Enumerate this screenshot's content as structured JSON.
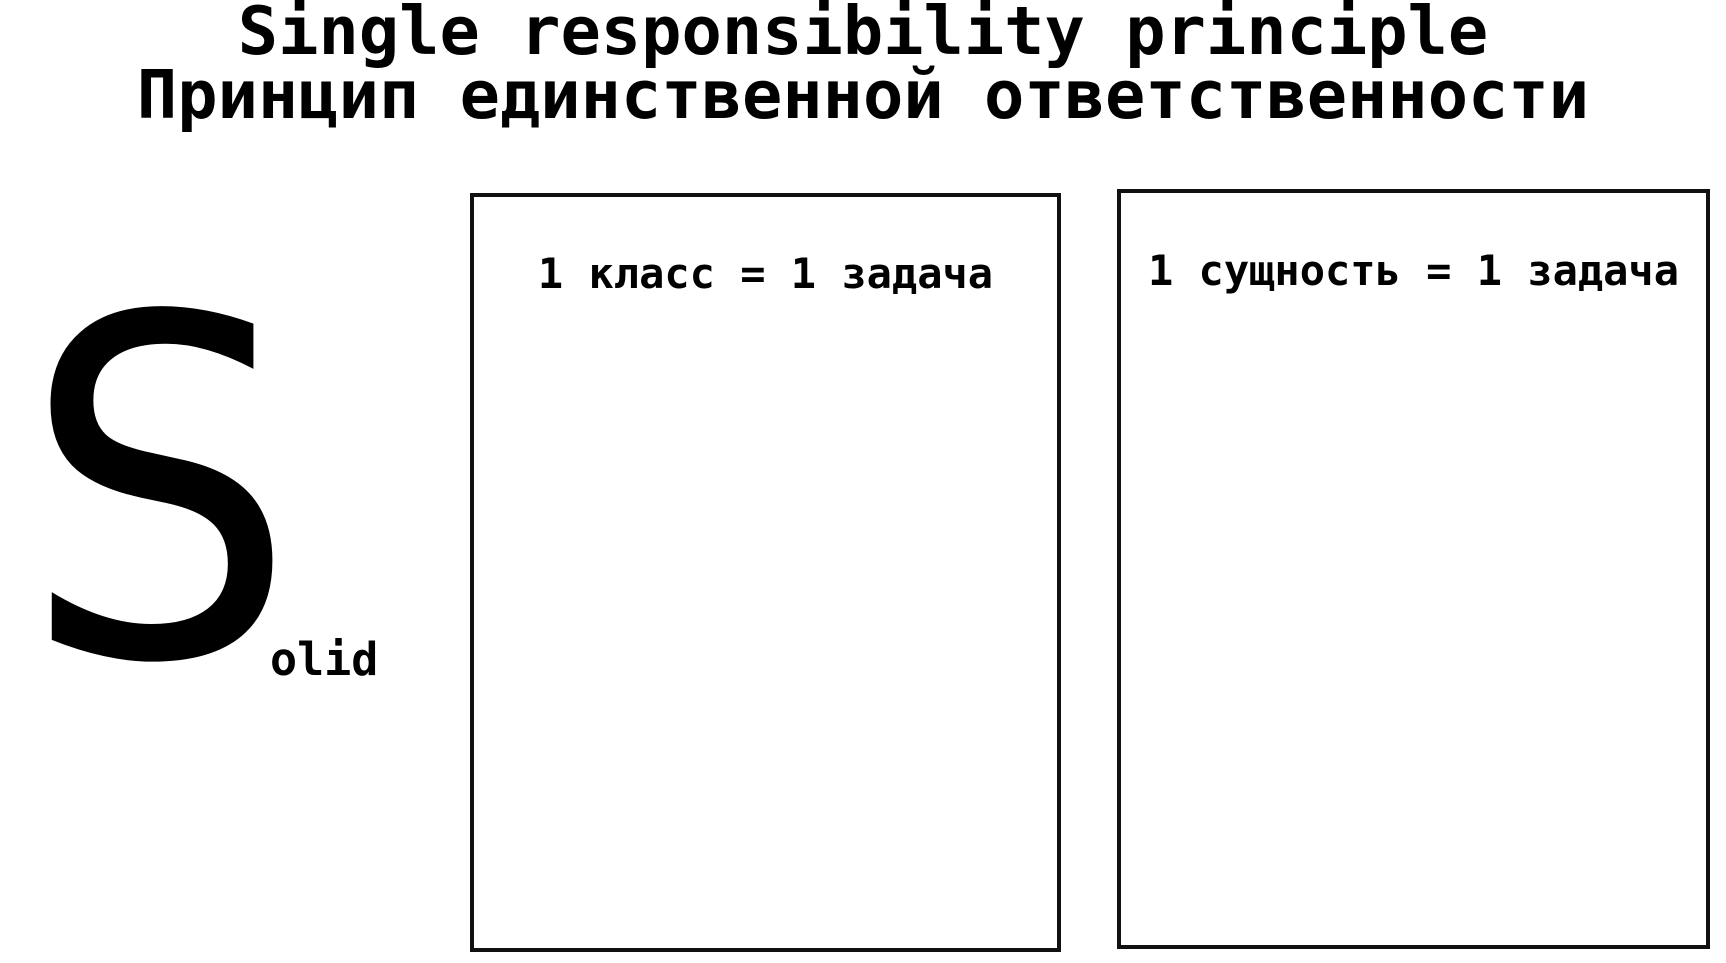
{
  "title": {
    "english": "Single responsibility principle",
    "russian": "Принцип единственной ответственности"
  },
  "acronym": {
    "letter": "S",
    "rest": "olid"
  },
  "boxes": [
    {
      "label": "1 класс = 1 задача"
    },
    {
      "label": "1 сущность = 1 задача"
    }
  ]
}
